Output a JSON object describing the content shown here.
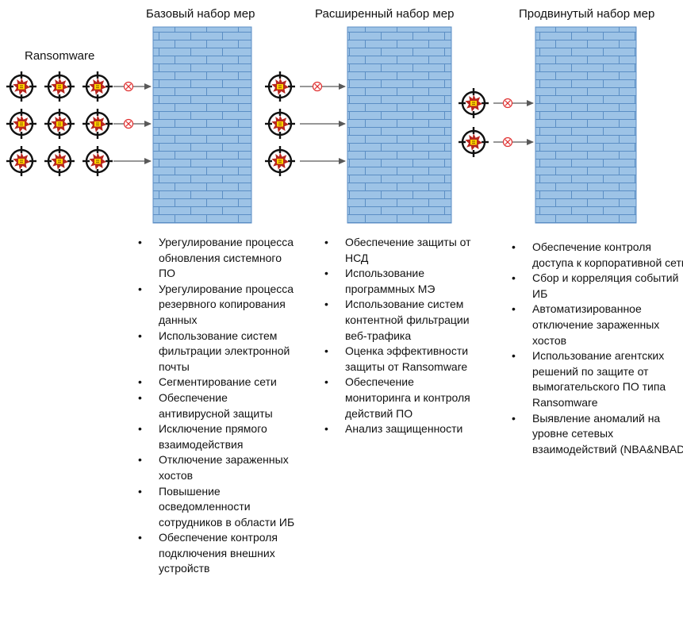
{
  "ransomware_label": "Ransomware",
  "walls": [
    {
      "title": "Базовый набор мер",
      "measures": [
        "Урегулирование процесса обновления системного ПО",
        "Урегулирование процесса резервного копирования данных",
        "Использование систем фильтрации электронной почты",
        "Сегментирование сети",
        "Обеспечение антивирусной защиты",
        "Исключение прямого взаимодействия",
        "Отключение зараженных хостов",
        "Повышение осведомленности сотрудников в области ИБ",
        "Обеспечение контроля подключения внешних устройств"
      ]
    },
    {
      "title": "Расширенный набор мер",
      "measures": [
        "Обеспечение защиты от НСД",
        " Использование программных МЭ",
        "Использование систем контентной фильтрации веб-трафика",
        "Оценка эффективности защиты от Ransomware",
        "Обеспечение мониторинга и контроля действий ПО",
        "Анализ защищенности"
      ]
    },
    {
      "title": "Продвинутый набор мер",
      "measures": [
        "Обеспечение контроля доступа к корпоративной сети",
        "Сбор и корреляция событий ИБ",
        "Автоматизированное отключение зараженных хостов",
        "Использование агентских решений по защите от вымогательского ПО типа Ransomware",
        "Выявление аномалий на уровне сетевых взаимодействий (NBA&NBAD)"
      ]
    }
  ],
  "stages": [
    {
      "rows": [
        3,
        3,
        3
      ],
      "arrows": [
        "blocked",
        "blocked",
        "pass"
      ]
    },
    {
      "rows": [
        1,
        1,
        1
      ],
      "arrows": [
        "blocked",
        "pass",
        "pass"
      ]
    },
    {
      "rows": [
        1,
        1
      ],
      "arrows": [
        "blocked",
        "blocked"
      ]
    }
  ],
  "colors": {
    "brick": "#9DC3E6",
    "mortar": "#5B8EC4",
    "arrow": "#595959",
    "block_mark": "#E03030",
    "virus": "#B8261E",
    "virus_core": "#FFD400"
  },
  "icons": {
    "threat": "ransomware-target-icon",
    "blocked": "blocked-circle-x-icon"
  }
}
